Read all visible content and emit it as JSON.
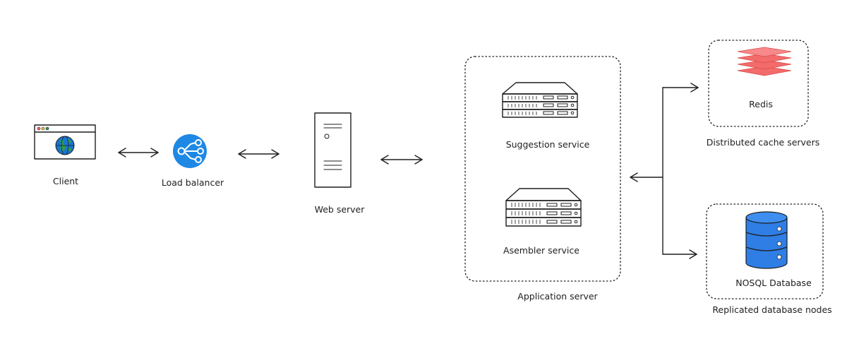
{
  "labels": {
    "client": "Client",
    "load_balancer": "Load balancer",
    "web_server": "Web server",
    "suggestion_service": "Suggestion service",
    "assembler_service": "Asembler service",
    "application_server": "Application server",
    "redis": "Redis",
    "distributed_cache": "Distributed cache servers",
    "nosql_database": "NOSQL Database",
    "replicated_db": "Replicated database nodes"
  },
  "icons": {
    "client": "browser-window-globe-icon",
    "load_balancer": "load-balancer-icon",
    "web_server": "server-tower-icon",
    "suggestion_service": "rack-server-icon",
    "assembler_service": "rack-server-icon",
    "redis": "redis-layers-icon",
    "nosql_database": "database-cylinder-icon"
  },
  "colors": {
    "ink": "#1e1e1e",
    "load_balancer_blue": "#1e88e5",
    "database_blue": "#2f7ee6",
    "redis_red": "#f36b6b",
    "globe_blue": "#1976d2",
    "globe_green": "#2e9e4f"
  }
}
